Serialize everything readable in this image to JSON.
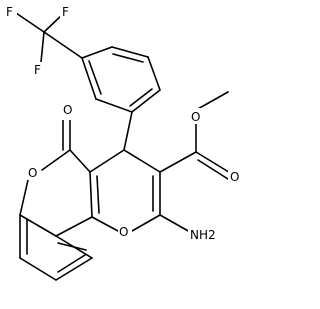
{
  "molecule": {
    "atoms": {
      "f1": "F",
      "f2": "F",
      "f3": "F",
      "o_carbonyl_lactone": "O",
      "o_ring_lactone": "O",
      "o_ring_pyran": "O",
      "o_ester_carbonyl": "O",
      "o_ester_methoxy": "O",
      "nh2": "NH2"
    },
    "colors": {
      "bond": "#000000",
      "label": "#000000",
      "background": "#ffffff"
    }
  }
}
